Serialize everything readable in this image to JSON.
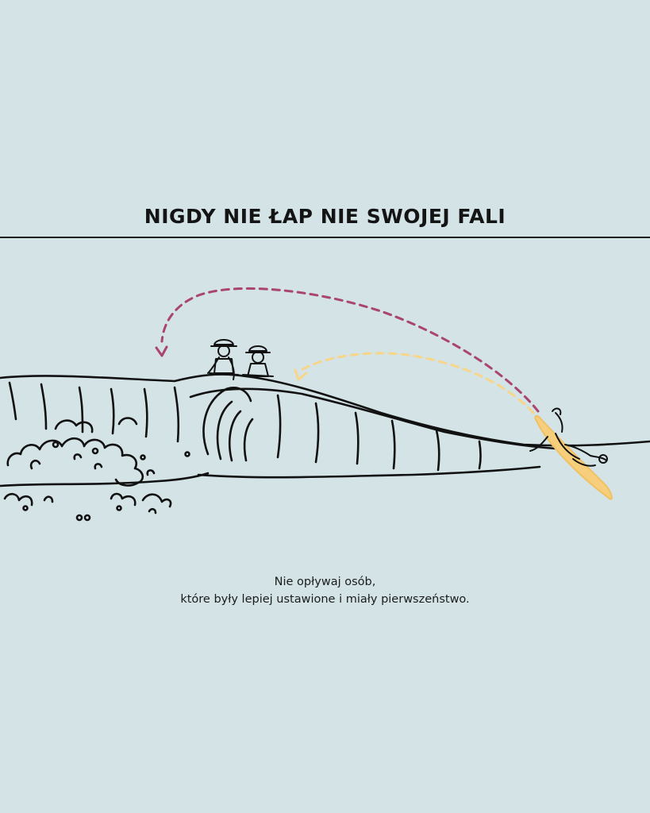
{
  "title": "NIGDY NIE ŁAP NIE SWOJEJ FALI",
  "caption": {
    "line1": "Nie opływaj osób,",
    "line2": "które były lepiej ustawione i miały pierwszeństwo."
  },
  "colors": {
    "background": "#d3e3e6",
    "ink": "#111111",
    "arrow_purple": "#a9456f",
    "arrow_yellow": "#f7d58a",
    "board_yellow": "#f7cf7c"
  }
}
